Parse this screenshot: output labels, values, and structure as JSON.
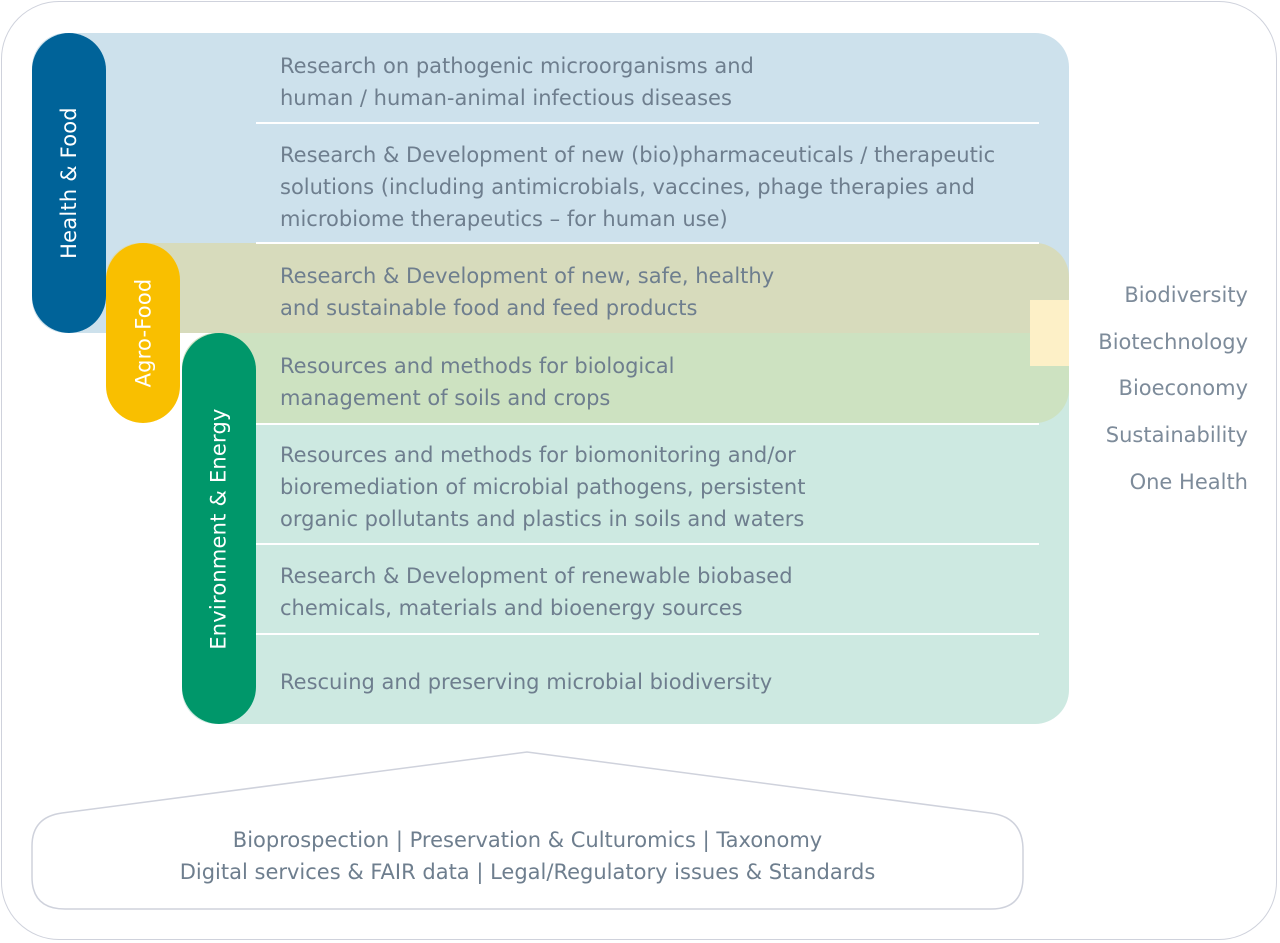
{
  "categories": {
    "health_food": "Health & Food",
    "agro_food": "Agro-Food",
    "environment_energy": "Environment & Energy"
  },
  "items": [
    {
      "lines": [
        "Research on pathogenic microorganisms and",
        "human / human-animal infectious diseases"
      ]
    },
    {
      "lines": [
        "Research & Development of new (bio)pharmaceuticals / therapeutic",
        "solutions (including antimicrobials, vaccines, phage therapies and",
        "microbiome therapeutics – for human use)"
      ]
    },
    {
      "lines": [
        "Research & Development of new, safe, healthy",
        "and sustainable food and feed products"
      ]
    },
    {
      "lines": [
        "Resources and methods for biological",
        "management of soils and crops"
      ]
    },
    {
      "lines": [
        "Resources and methods for biomonitoring and/or",
        "bioremediation of microbial pathogens, persistent",
        "organic pollutants and plastics in soils and waters"
      ]
    },
    {
      "lines": [
        "Research & Development of renewable biobased",
        "chemicals, materials and bioenergy sources"
      ]
    },
    {
      "lines": [
        "Rescuing and preserving microbial biodiversity"
      ]
    }
  ],
  "keywords": [
    "Biodiversity",
    "Biotechnology",
    "Bioeconomy",
    "Sustainability",
    "One Health"
  ],
  "foundation": {
    "line1": "Bioprospection | Preservation & Culturomics | Taxonomy",
    "line2": "Digital services & FAIR data | Legal/Regulatory issues & Standards"
  },
  "colors": {
    "health_food": "#006399",
    "agro_food": "#f9bf00",
    "environment_energy": "#00976a",
    "text": "#6e7e8e"
  }
}
